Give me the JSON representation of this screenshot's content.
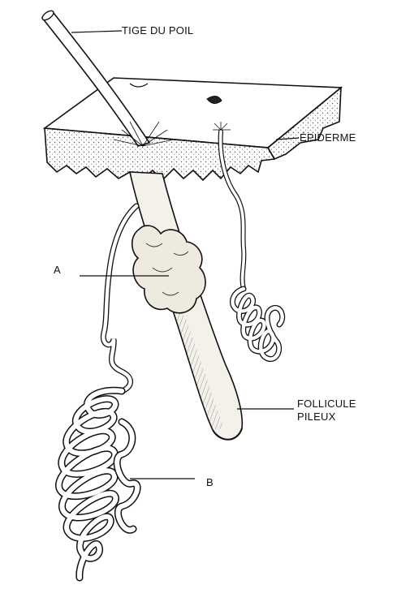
{
  "labels": {
    "tige_du_poil": "TIGE DU POIL",
    "epiderme": "ÉPIDERME",
    "a": "A",
    "b": "B",
    "follicule_line1": "FOLLICULE",
    "follicule_line2": "PILEUX"
  },
  "colors": {
    "ink": "#111111",
    "paper": "#ffffff",
    "stipple": "#555555",
    "follicle_fill": "#f4f1ea"
  }
}
